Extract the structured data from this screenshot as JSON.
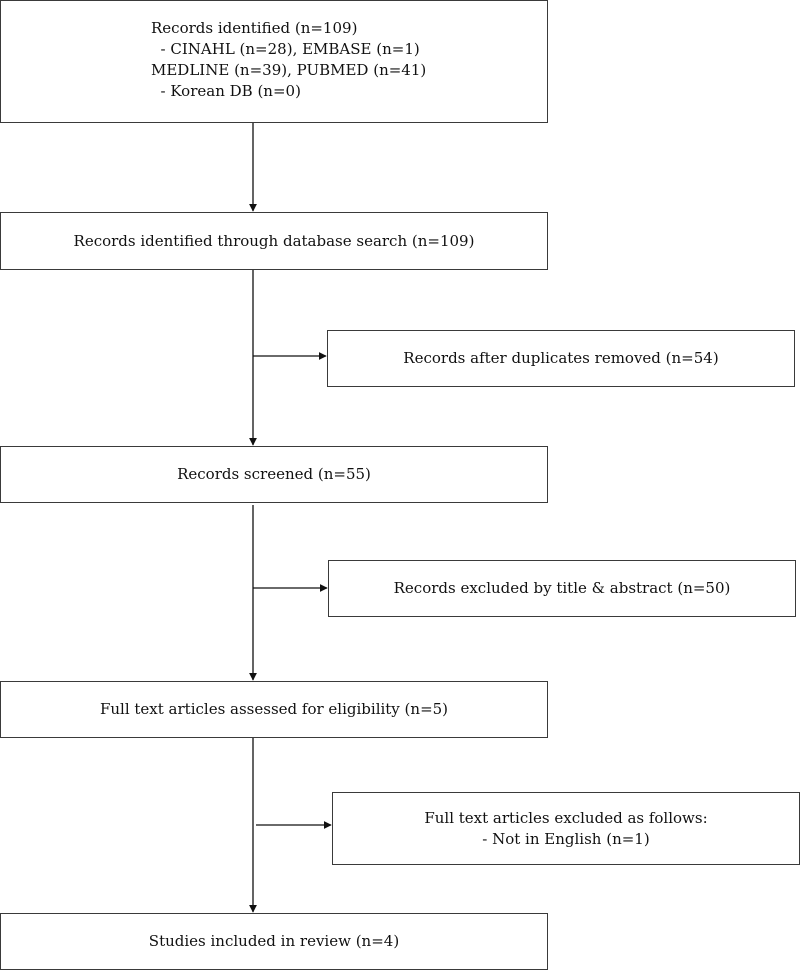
{
  "flow": {
    "sources": {
      "lines": [
        "Records identified (n=109)",
        "  - CINAHL (n=28), EMBASE (n=1)",
        "MEDLINE (n=39), PUBMED (n=41)",
        "  - Korean DB (n=0)"
      ]
    },
    "identified": {
      "label": "Records identified through database search (n=109)"
    },
    "duplicates_removed": {
      "label": "Records after duplicates removed (n=54)"
    },
    "screened": {
      "label": "Records screened (n=55)"
    },
    "excluded_title_abstract": {
      "label": "Records excluded by title & abstract (n=50)"
    },
    "fulltext_assessed": {
      "label": "Full text articles assessed for eligibility (n=5)"
    },
    "fulltext_excluded": {
      "lines": [
        "Full text articles excluded as follows:",
        "- Not in English (n=1)"
      ]
    },
    "included": {
      "label": "Studies included in review (n=4)"
    }
  },
  "colors": {
    "line": "#111111",
    "border": "#3a3a3a",
    "background": "#ffffff"
  }
}
